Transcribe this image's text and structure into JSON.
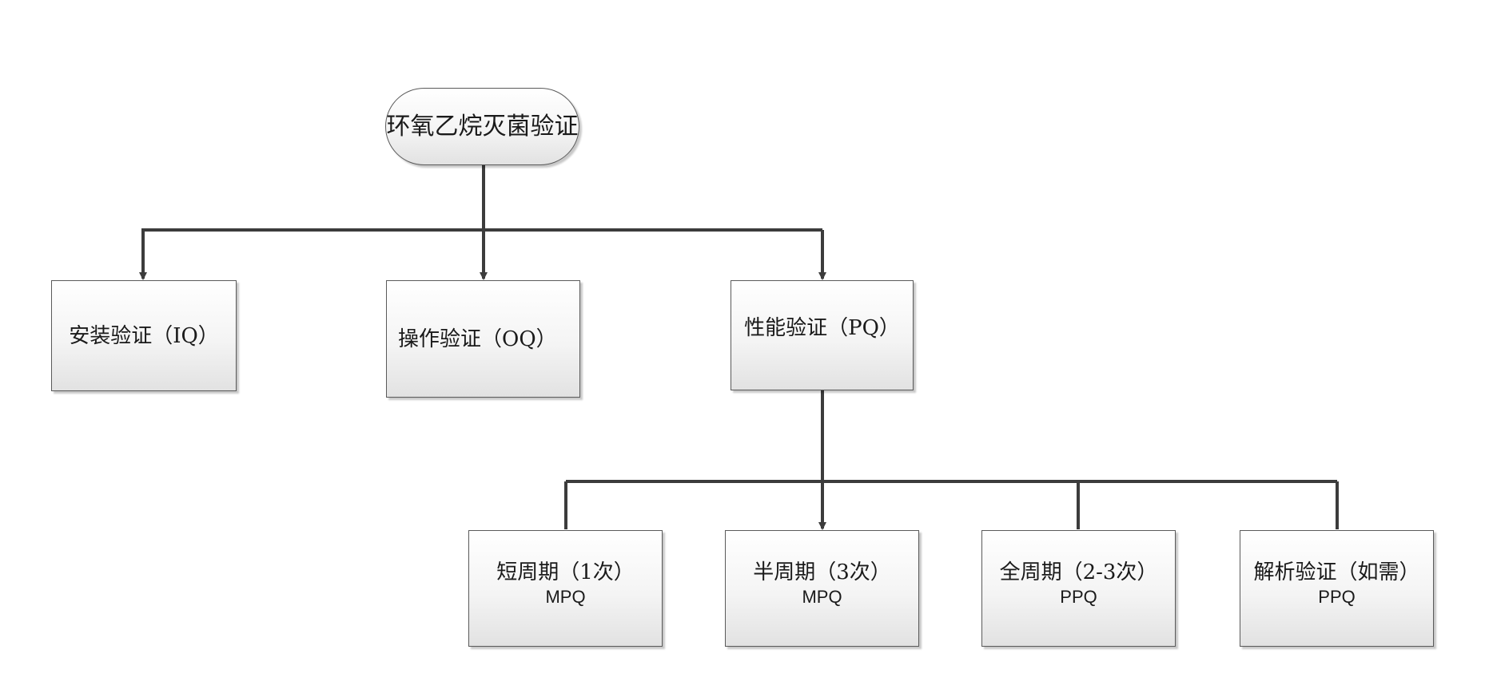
{
  "diagram": {
    "root": {
      "label": "环氧乙烷灭菌验证"
    },
    "iq": {
      "label": "安装验证（IQ）"
    },
    "oq": {
      "label": "操作验证（OQ）"
    },
    "pq": {
      "label": "性能验证（PQ）"
    },
    "short_cycle": {
      "label": "短周期（1次）",
      "sub": "MPQ"
    },
    "half_cycle": {
      "label": "半周期（3次）",
      "sub": "MPQ"
    },
    "full_cycle": {
      "label": "全周期（2-3次）",
      "sub": "PPQ"
    },
    "analysis": {
      "label": "解析验证（如需）",
      "sub": "PPQ"
    },
    "colors": {
      "connector": "#3c3c3c",
      "node_border": "#5a5a5a",
      "node_fill_top": "#ffffff",
      "node_fill_bottom": "#e2e2e2"
    }
  }
}
